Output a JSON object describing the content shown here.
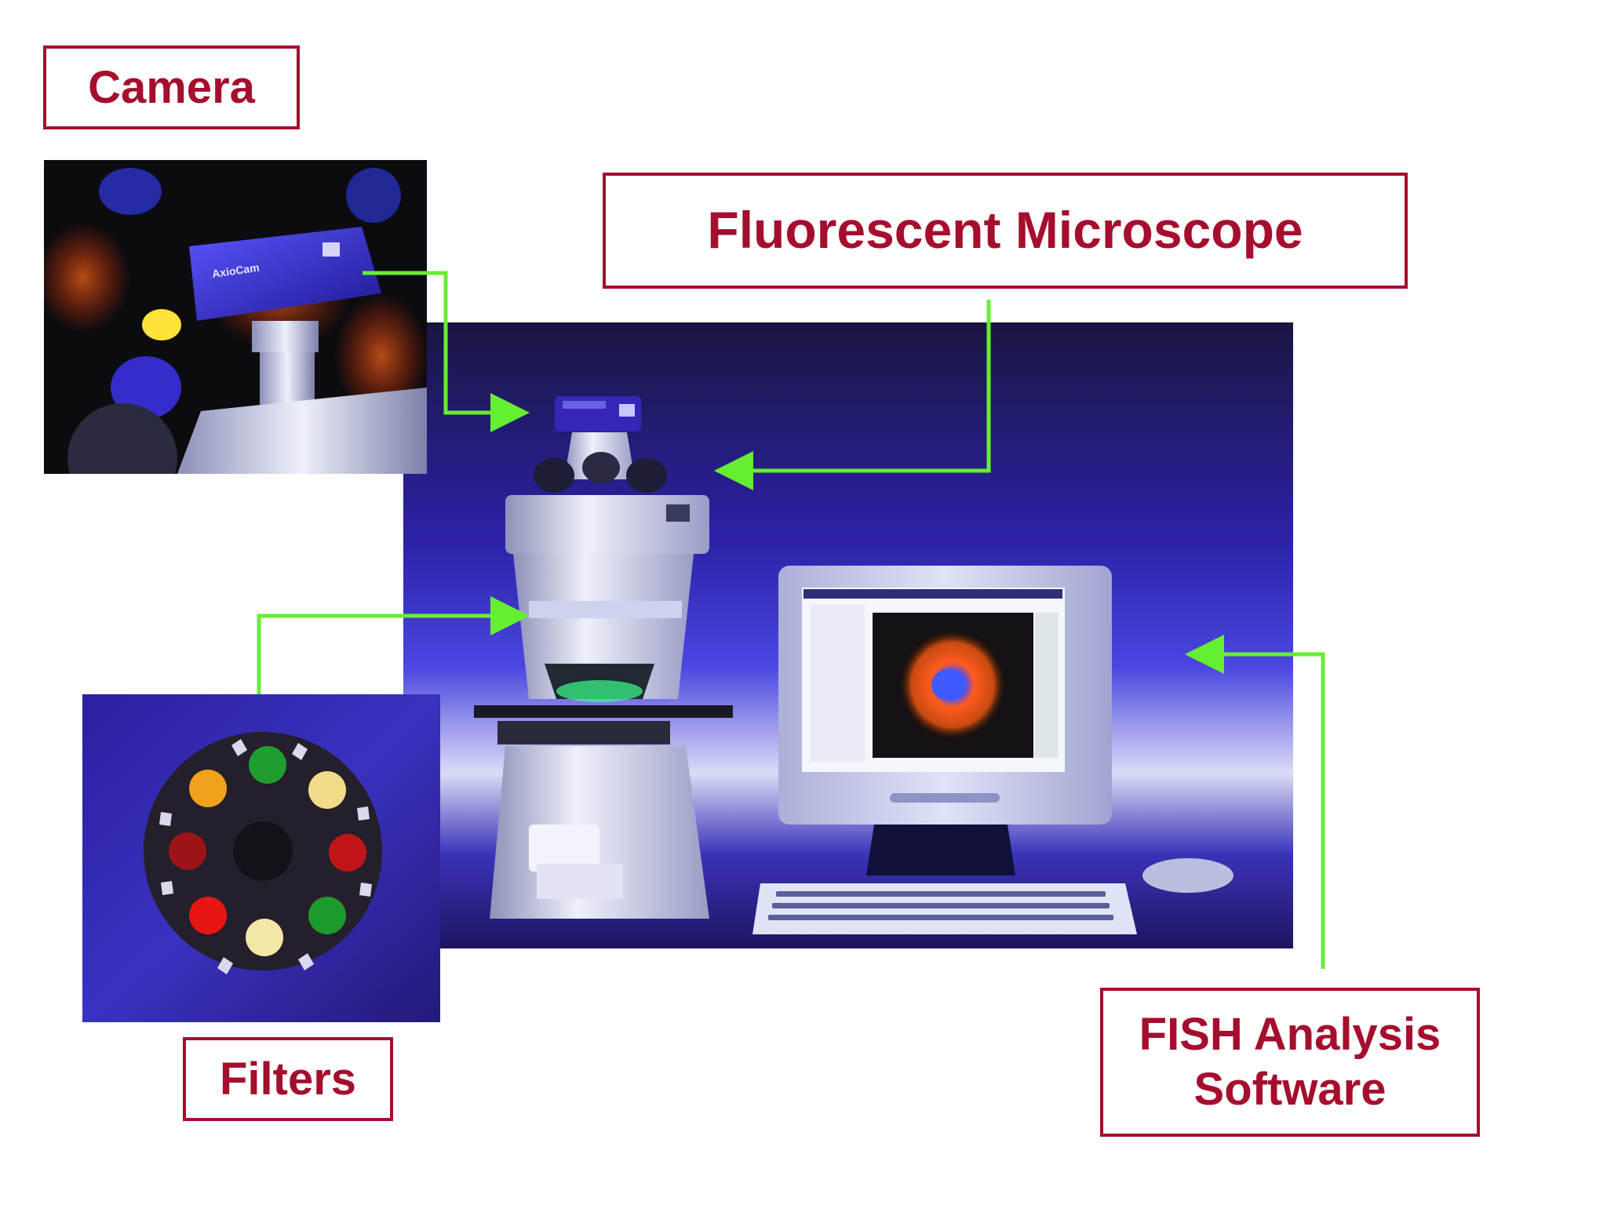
{
  "labels": {
    "camera": "Camera",
    "microscope": "Fluorescent Microscope",
    "filters": "Filters",
    "software_line1": "FISH Analysis",
    "software_line2": "Software"
  },
  "photo_text": {
    "camera_brand": "AxioCam"
  },
  "colors": {
    "label_border": "#a50e2d",
    "label_text": "#a50e2d",
    "arrow": "#66ee33",
    "background_blue": "#2a1fb0"
  }
}
